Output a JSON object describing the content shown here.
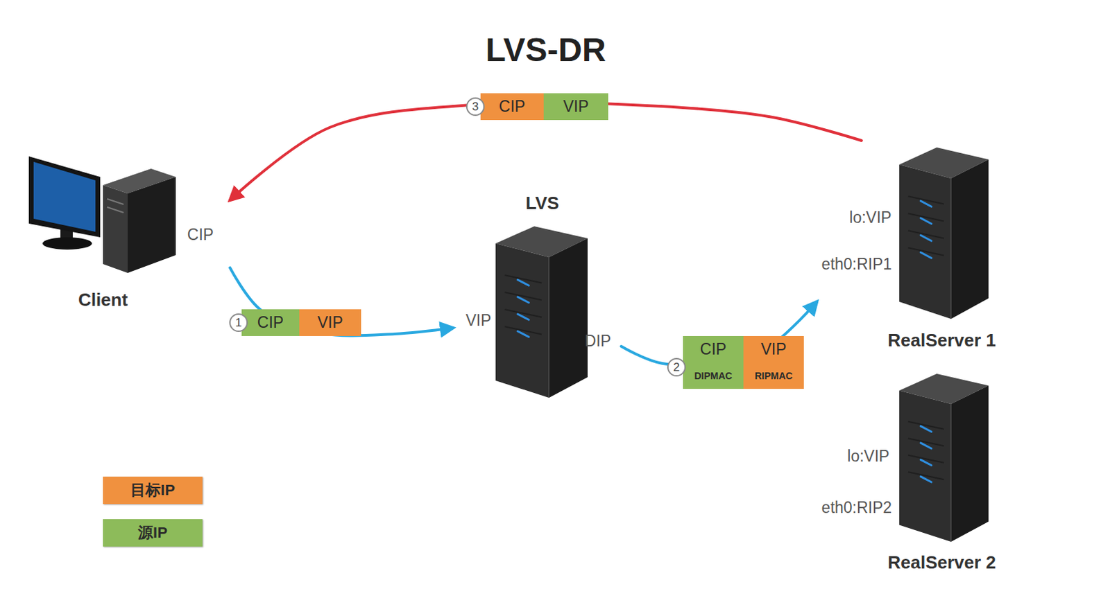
{
  "diagram": {
    "title": "LVS-DR",
    "nodes": [
      {
        "text": [
          "CIP",
          "Client"
        ]
      },
      {
        "text": [
          "LVS",
          "VIP",
          "DIP"
        ]
      },
      {
        "text": [
          "lo:VIP",
          "eth0:RIP1",
          "RealServer 1"
        ]
      },
      {
        "text": [
          "lo:VIP",
          "eth0:RIP2",
          "RealServer 2"
        ]
      }
    ],
    "edges": [
      {
        "from": 0,
        "to": 1,
        "arrow": "to"
      },
      {
        "from": 1,
        "to": 2,
        "arrow": "to"
      },
      {
        "from": 2,
        "to": 0,
        "arrow": "to"
      }
    ],
    "labels": [
      "3",
      "CIP",
      "VIP",
      "1",
      "CIP",
      "VIP",
      "2",
      "CIP",
      "VIP",
      "DIPMAC",
      "RIPMAC"
    ],
    "legend": [
      {
        "text": "目标IP",
        "color": "#f0913f"
      },
      {
        "text": "源IP",
        "color": "#8dbb5a"
      }
    ]
  }
}
